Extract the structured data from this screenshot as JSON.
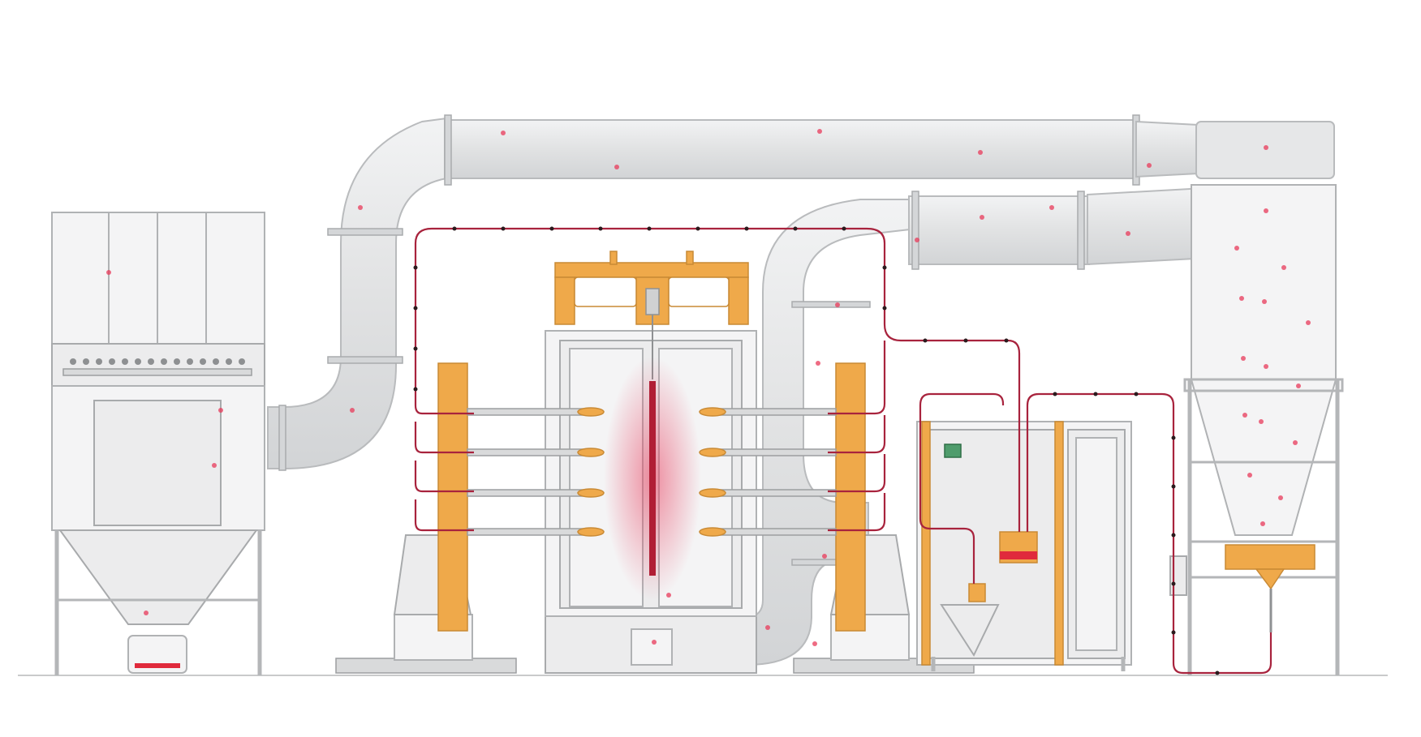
{
  "diagram": {
    "components": [
      {
        "id": "cartridge-filter",
        "name": "cartridge-filter-unit"
      },
      {
        "id": "upper-duct",
        "name": "upper-return-duct"
      },
      {
        "id": "lower-duct",
        "name": "booth-extraction-duct"
      },
      {
        "id": "booth",
        "name": "powder-coating-booth"
      },
      {
        "id": "gun-mover-left",
        "name": "left-gun-mover"
      },
      {
        "id": "gun-mover-right",
        "name": "right-gun-mover"
      },
      {
        "id": "powder-center",
        "name": "powder-feed-center"
      },
      {
        "id": "cyclone",
        "name": "cyclone-separator"
      }
    ],
    "spray_gun_rows": 4,
    "colors": {
      "accent_orange": "#efa94a",
      "powder_red": "#e8395a",
      "hose": "#a8233d",
      "structure_grey": "#d9dadb"
    }
  }
}
